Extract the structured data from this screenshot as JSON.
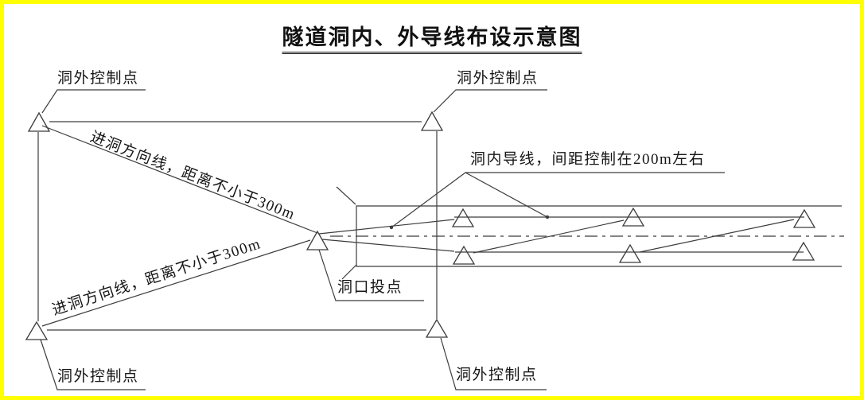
{
  "title": "隧道洞内、外导线布设示意图",
  "labels": {
    "ctrl_tl": "洞外控制点",
    "ctrl_tr": "洞外控制点",
    "ctrl_bl": "洞外控制点",
    "ctrl_br": "洞外控制点",
    "portal": "洞口投点",
    "tunnel_traverse": "洞内导线，间距控制在200m左右",
    "direction_upper": "进洞方向线，距离不小于300m",
    "direction_lower": "进洞方向线，距离不小于300m"
  },
  "colors": {
    "page_border": "#ffff00",
    "line": "#3c3c3c",
    "text": "#161616",
    "background": "#ffffff"
  }
}
